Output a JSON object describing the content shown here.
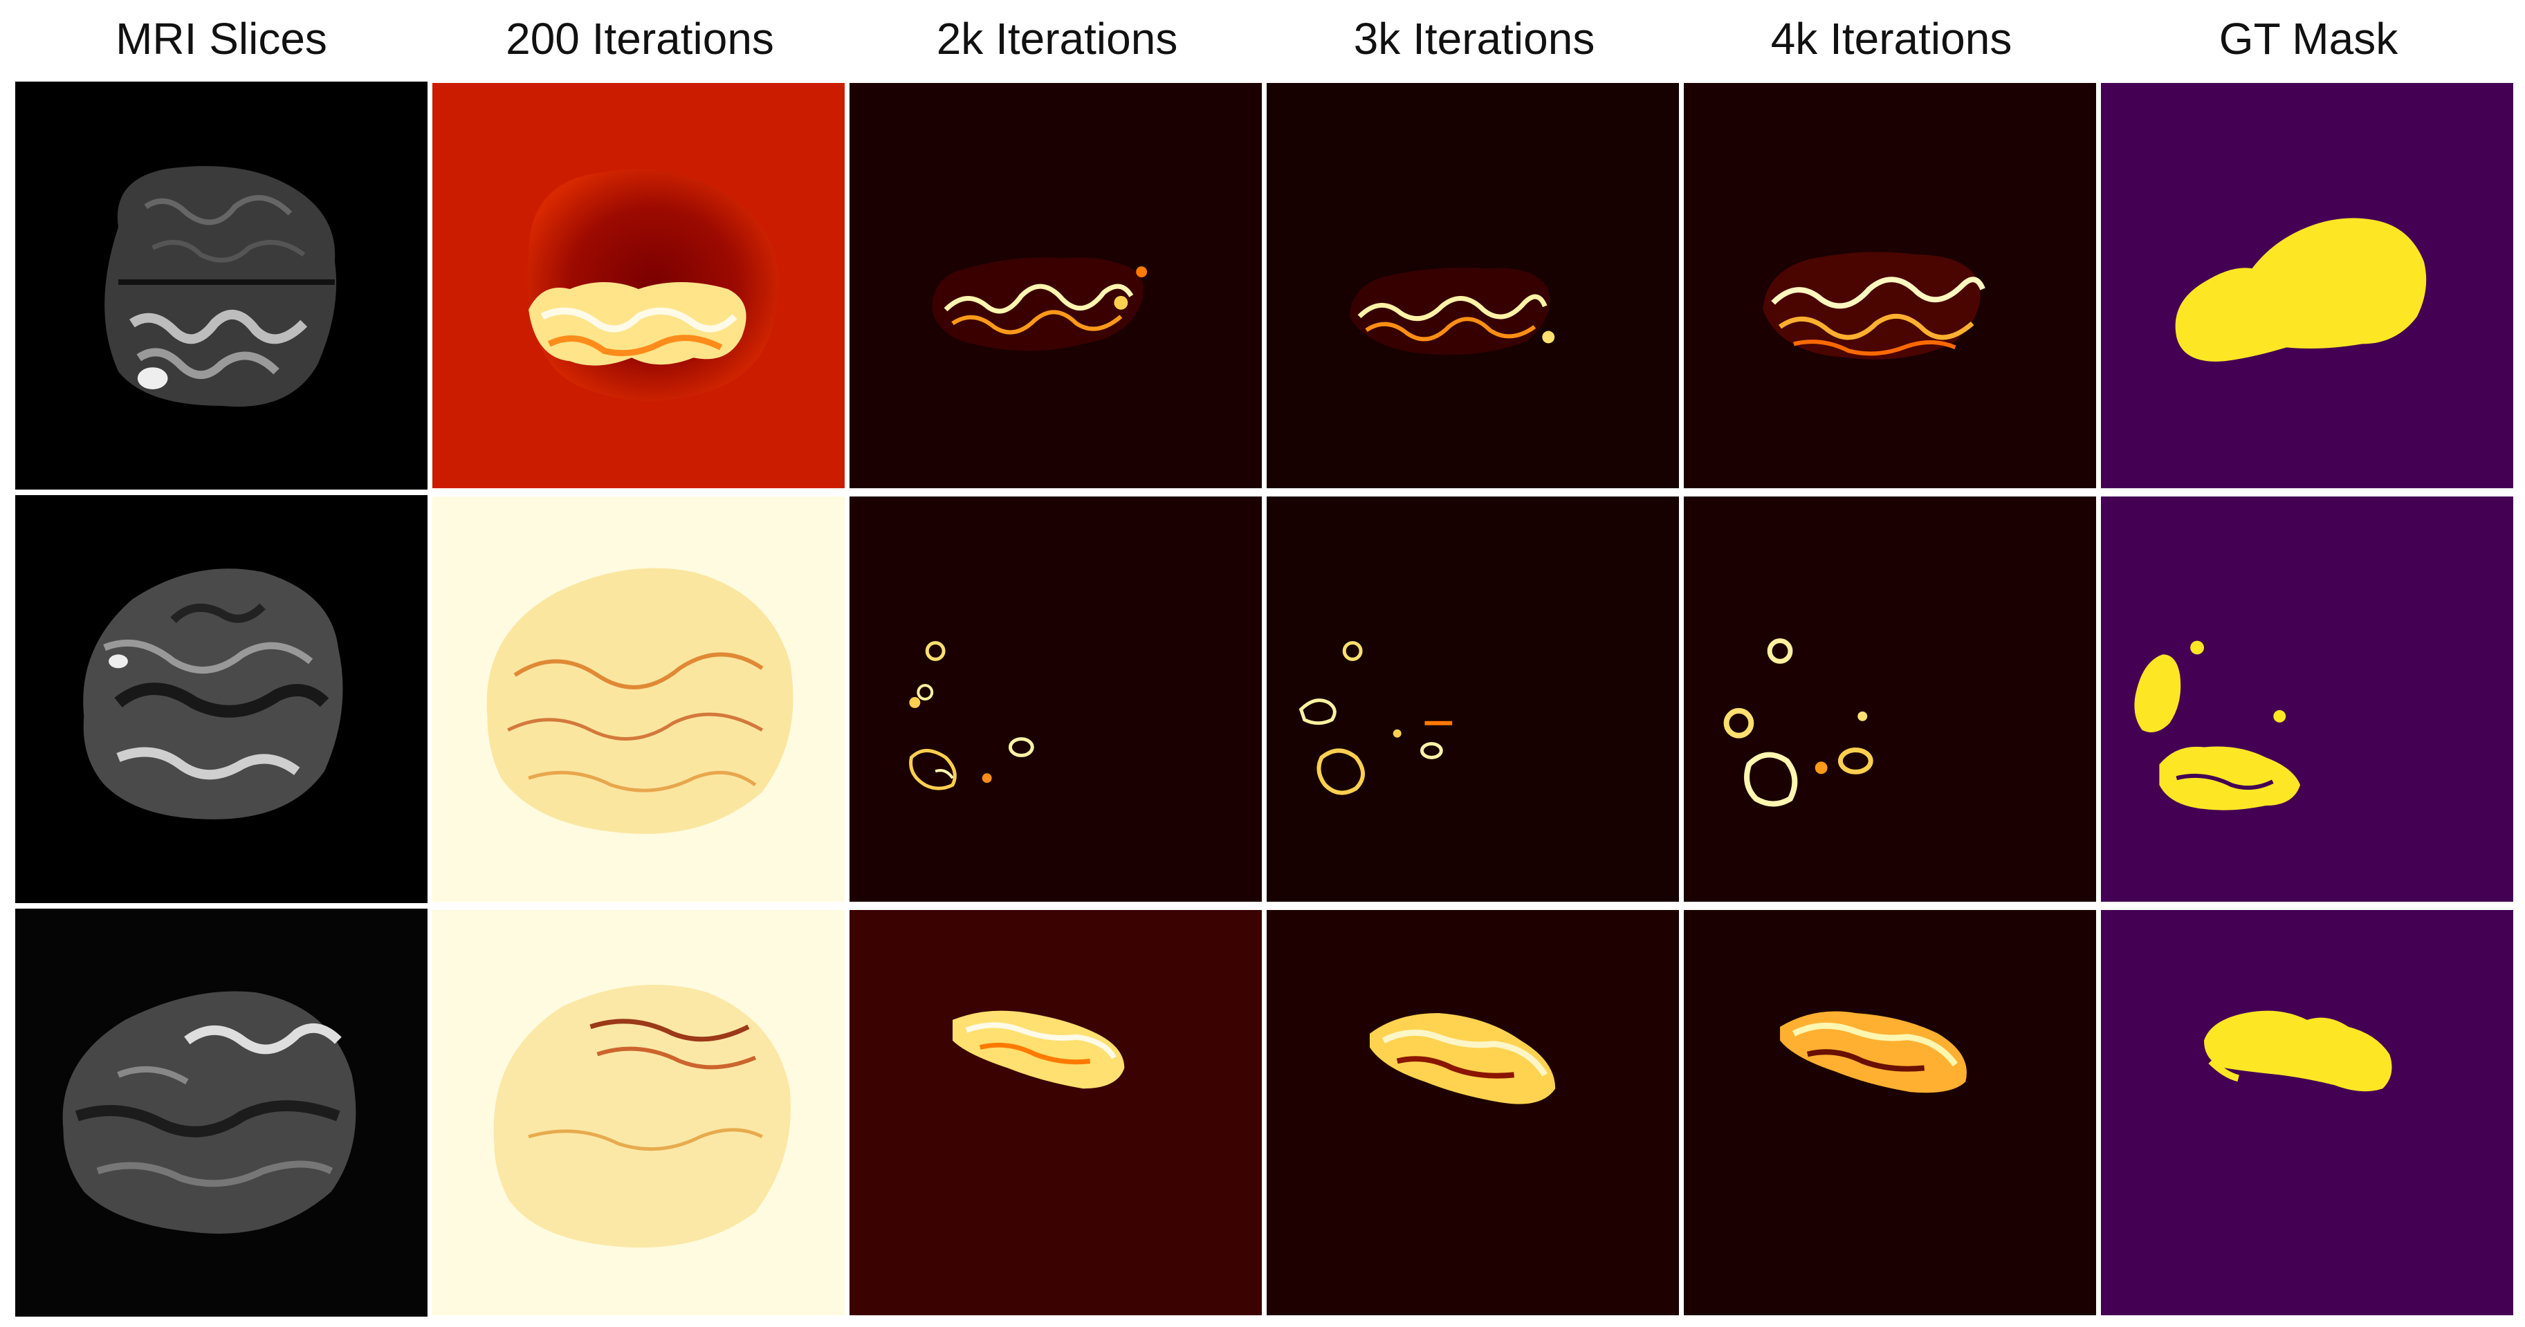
{
  "figure": {
    "columns": [
      {
        "title": "MRI Slices",
        "kind": "mri"
      },
      {
        "title": "200 Iterations",
        "kind": "saliency_early"
      },
      {
        "title": "2k Iterations",
        "kind": "saliency"
      },
      {
        "title": "3k Iterations",
        "kind": "saliency"
      },
      {
        "title": "4k Iterations",
        "kind": "saliency"
      },
      {
        "title": "GT Mask",
        "kind": "mask"
      }
    ],
    "rows": 3
  },
  "colors": {
    "mri_background": "#000000",
    "saliency_background": "#1a0000",
    "early_row1_background": "#c81a00",
    "early_light_background": "#fffbe0",
    "mask_background": "#440154",
    "mask_foreground": "#fde725",
    "hot_highlight": "#fff6b0",
    "hot_mid": "#ff7a00",
    "hot_low": "#b80000"
  }
}
